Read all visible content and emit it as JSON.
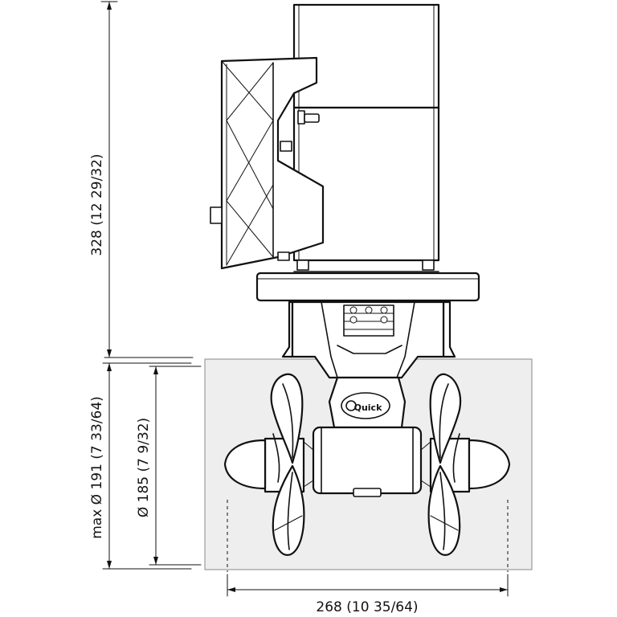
{
  "dimensions": {
    "height_total": "328 (12 29/32)",
    "max_diameter": "max Ø 191 (7 33/64)",
    "diameter": "Ø 185 (7 9/32)",
    "width": "268 (10 35/64)"
  },
  "brand": {
    "logo_text": "Quick"
  }
}
